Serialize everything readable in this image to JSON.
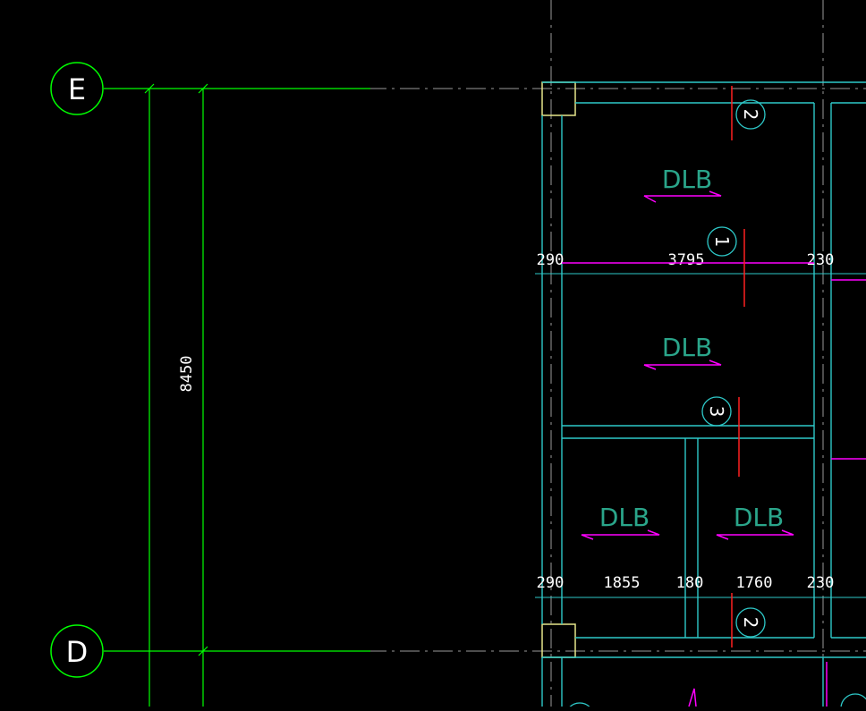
{
  "colors": {
    "background": "#000000",
    "grid": "#00ff00",
    "wall": "#2ec9c9",
    "slab_label": "#2aa58a",
    "rebar": "#ff00ff",
    "section_cut": "#ff2020",
    "column": "#e6e68a",
    "centerline": "#9a9a9a",
    "text": "#ffffff"
  },
  "axes": {
    "E": "E",
    "D": "D"
  },
  "dimensions": {
    "vertical_span": "8450",
    "top_row": [
      "290",
      "3795",
      "230"
    ],
    "bottom_row": [
      "290",
      "1855",
      "180",
      "1760",
      "230"
    ]
  },
  "slabs": [
    "DLB",
    "DLB",
    "DLB",
    "DLB"
  ],
  "section_marks": [
    "2",
    "1",
    "3",
    "2"
  ]
}
